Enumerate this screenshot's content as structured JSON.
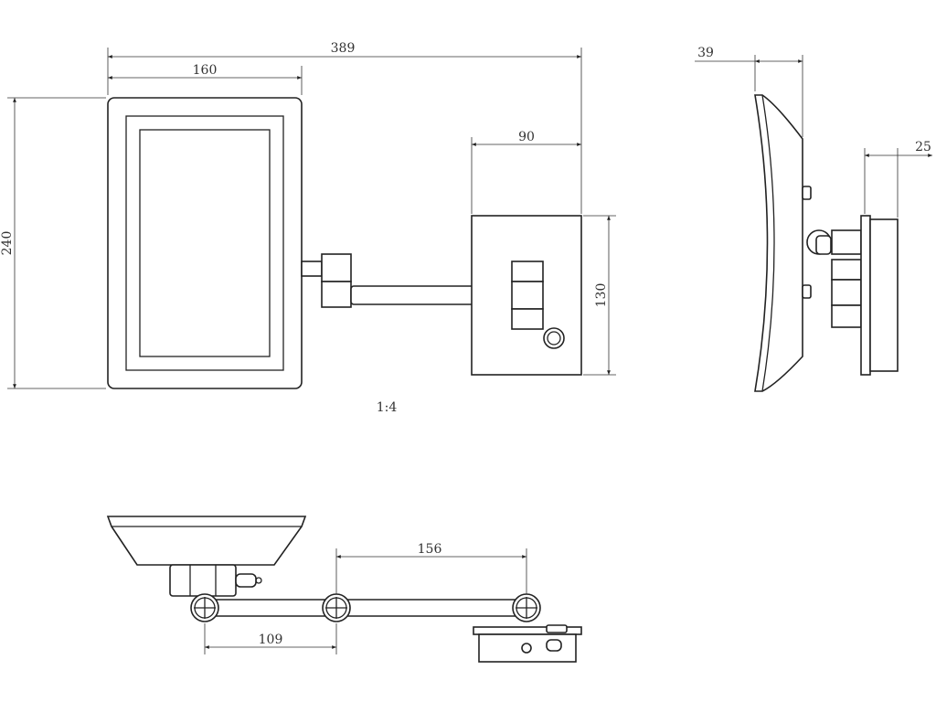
{
  "front_view": {
    "width_total": "389",
    "mirror_width": "160",
    "mirror_height": "240",
    "plate_width": "90",
    "plate_height": "130"
  },
  "scale_label": "1:4",
  "side_view": {
    "depth": "39",
    "plate_depth": "25"
  },
  "top_view": {
    "arm_long": "156",
    "arm_short": "109"
  }
}
